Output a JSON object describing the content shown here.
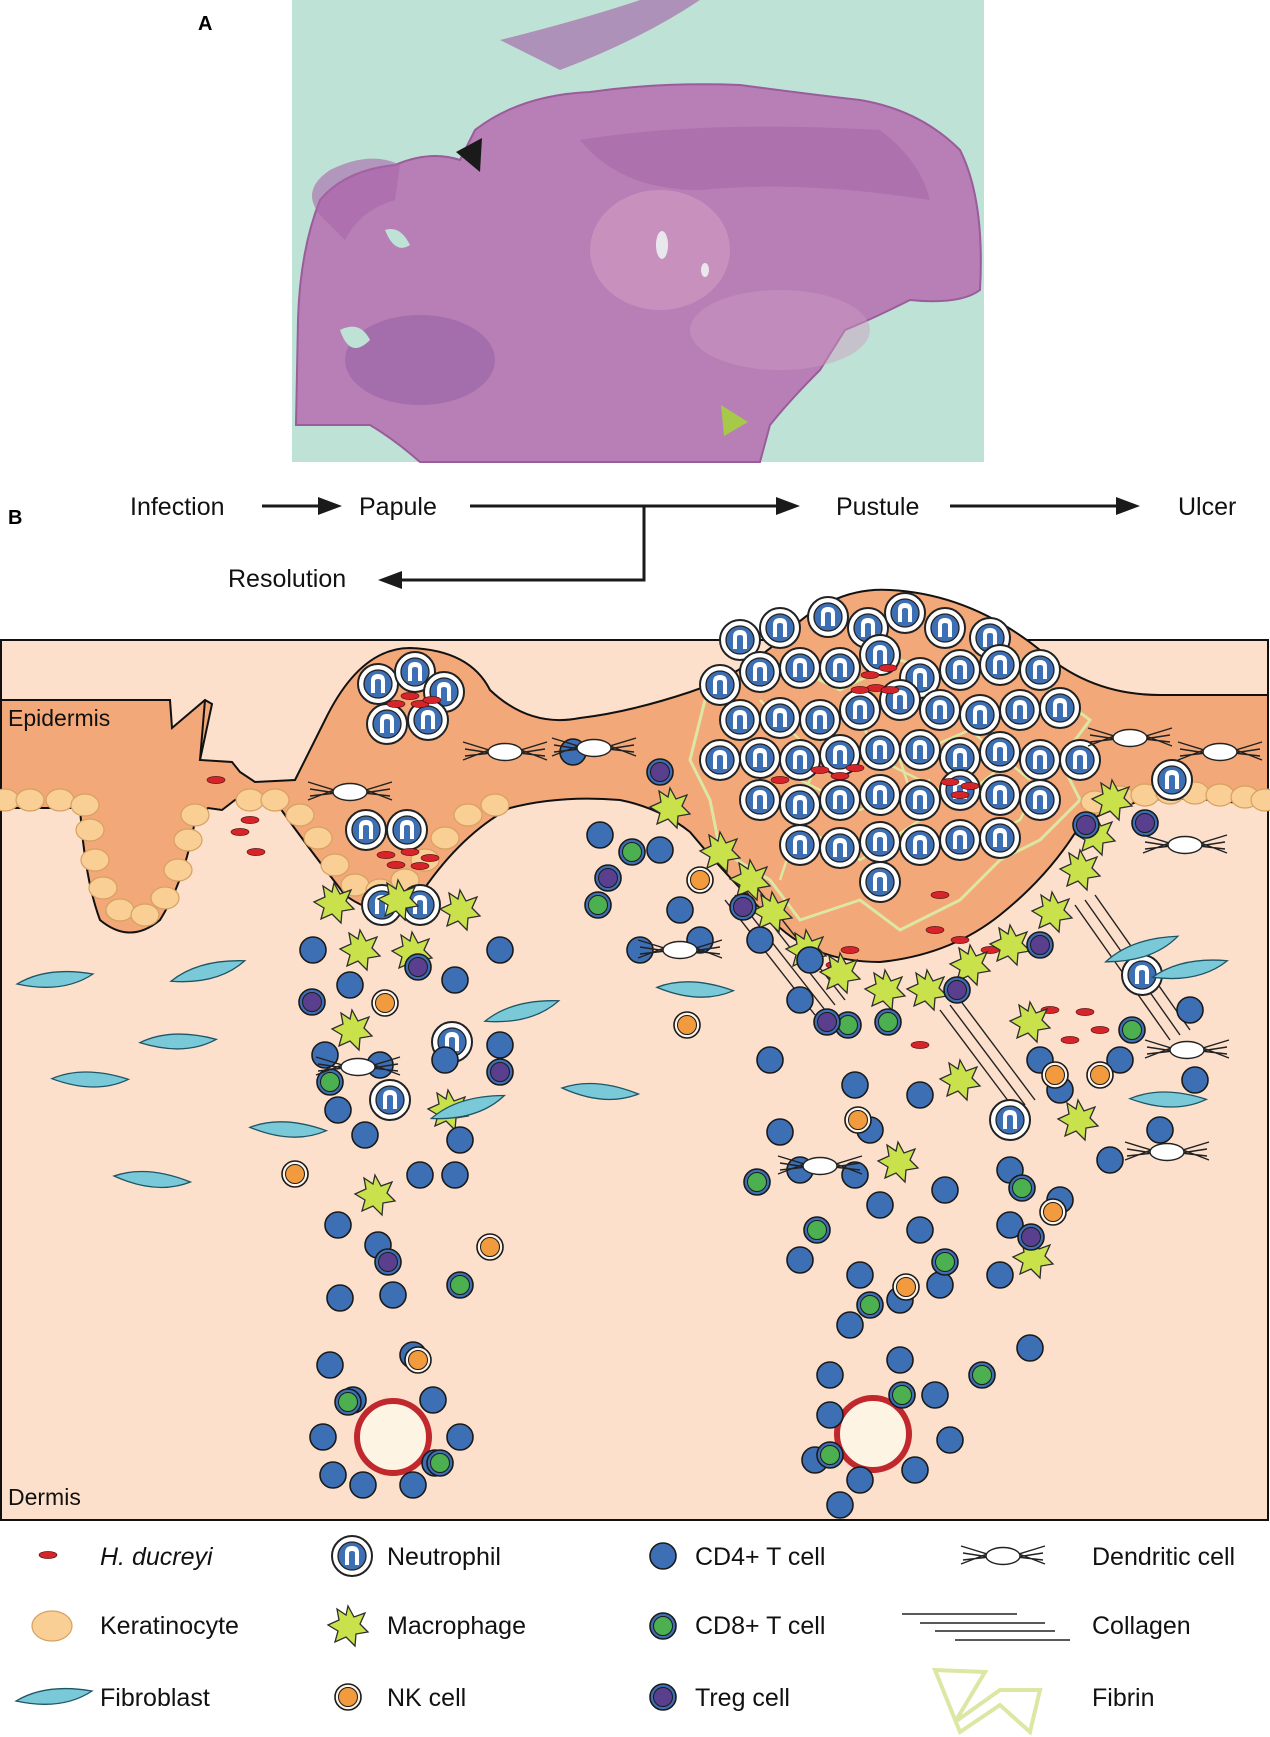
{
  "panels": {
    "a": "A",
    "b": "B"
  },
  "flow": {
    "infection": "Infection",
    "papule": "Papule",
    "pustule": "Pustule",
    "ulcer": "Ulcer",
    "resolution": "Resolution"
  },
  "regions": {
    "epidermis": "Epidermis",
    "dermis": "Dermis"
  },
  "legend": {
    "h_ducreyi": "H. ducreyi",
    "neutrophil": "Neutrophil",
    "cd4": "CD4+ T cell",
    "dendritic": "Dendritic cell",
    "keratinocyte": "Keratinocyte",
    "macrophage": "Macrophage",
    "cd8": "CD8+ T cell",
    "collagen": "Collagen",
    "fibroblast": "Fibroblast",
    "nk": "NK cell",
    "treg": "Treg cell",
    "fibrin": "Fibrin"
  },
  "colors": {
    "histology_bg": "#bfe2d6",
    "tissue": "#b77fb6",
    "epidermis": "#f2a878",
    "dermis": "#fde0cc",
    "keratinocyte": "#f9cf95",
    "h_ducreyi": "#d6242b",
    "cd4": "#3d6fb5",
    "cd8": "#4caf50",
    "nk": "#f19a3e",
    "treg": "#5b3f8f",
    "macrophage": "#c9e24b",
    "fibroblast": "#79c9d9",
    "fibrin": "#dbe7a3",
    "vessel": "#c0282e",
    "arrow_black": "#1a1a1a",
    "arrow_green": "#a6c94a"
  }
}
